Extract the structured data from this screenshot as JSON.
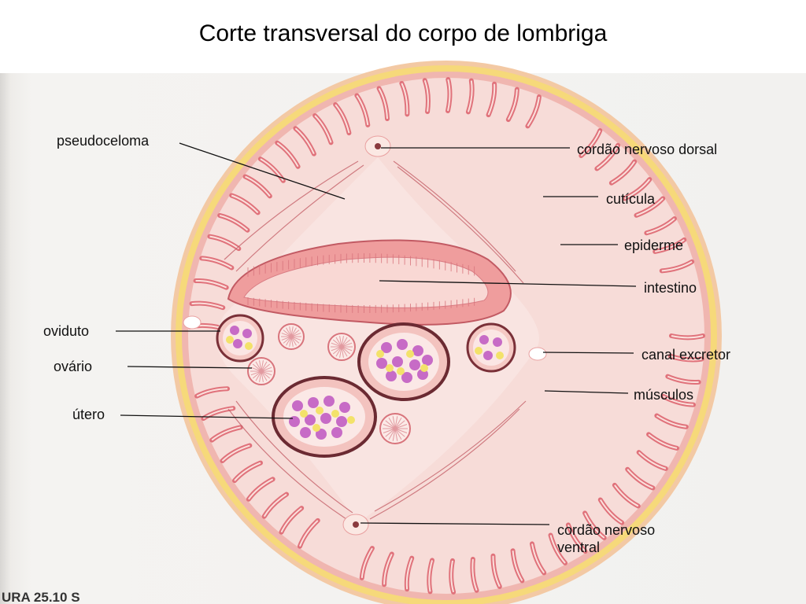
{
  "title": "Corte transversal do corpo de lombriga",
  "labels": {
    "pseudoceloma": "pseudoceloma",
    "dorsal_nerve": "cordão nervoso dorsal",
    "cuticle": "cutícula",
    "epidermis": "epiderme",
    "intestine": "intestino",
    "oviduct": "oviduto",
    "ovary": "ovário",
    "excretory_canal": "canal excretor",
    "muscles": "músculos",
    "uterus": "útero",
    "ventral_nerve_line1": "cordão nervoso",
    "ventral_nerve_line2": "ventral"
  },
  "figure_caption": "URA 25.10 S",
  "colors": {
    "cuticle": "#f6d97a",
    "epidermis": "#e9a0a0",
    "body_fill": "#f6d6d2",
    "muscle": "#e37f86",
    "intestine": "#ef9d9d",
    "uterus_wall": "#6b2a32",
    "egg": "#c76bc6",
    "yolk": "#f3e26a"
  }
}
